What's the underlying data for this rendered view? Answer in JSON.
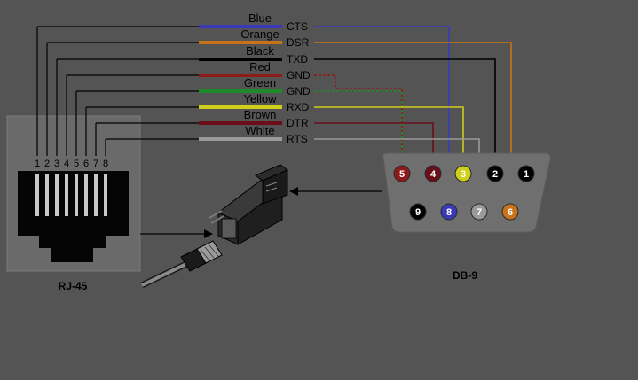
{
  "wires": [
    {
      "color_name": "Blue",
      "signal": "CTS",
      "pin_rj45": "1",
      "pin_db9": "8",
      "color": "#3a3ab8"
    },
    {
      "color_name": "Orange",
      "signal": "DSR",
      "pin_rj45": "2",
      "pin_db9": "6",
      "color": "#c8731a"
    },
    {
      "color_name": "Black",
      "signal": "TXD",
      "pin_rj45": "3",
      "pin_db9": "2",
      "color": "#000000"
    },
    {
      "color_name": "Red",
      "signal": "GND",
      "pin_rj45": "4",
      "pin_db9": "5",
      "color": "#8f1a1a"
    },
    {
      "color_name": "Green",
      "signal": "GND",
      "pin_rj45": "5",
      "pin_db9": "5",
      "color": "#1f8a2a"
    },
    {
      "color_name": "Yellow",
      "signal": "RXD",
      "pin_rj45": "6",
      "pin_db9": "3",
      "color": "#cfcf1a"
    },
    {
      "color_name": "Brown",
      "signal": "DTR",
      "pin_rj45": "7",
      "pin_db9": "4",
      "color": "#6a0f1a"
    },
    {
      "color_name": "White",
      "signal": "RTS",
      "pin_rj45": "8",
      "pin_db9": "7",
      "color": "#9a9a9a"
    }
  ],
  "rj45": {
    "label": "RJ-45",
    "pins": [
      "1",
      "2",
      "3",
      "4",
      "5",
      "6",
      "7",
      "8"
    ]
  },
  "db9": {
    "label": "DB-9",
    "pins": [
      "5",
      "4",
      "3",
      "2",
      "1",
      "9",
      "8",
      "7",
      "6"
    ]
  },
  "colors": {
    "background": "#545454",
    "rj45_box": "#6a6a6a",
    "rj45_body": "#050505",
    "db9_shell": "#6f6f6f",
    "text": "#000000"
  }
}
